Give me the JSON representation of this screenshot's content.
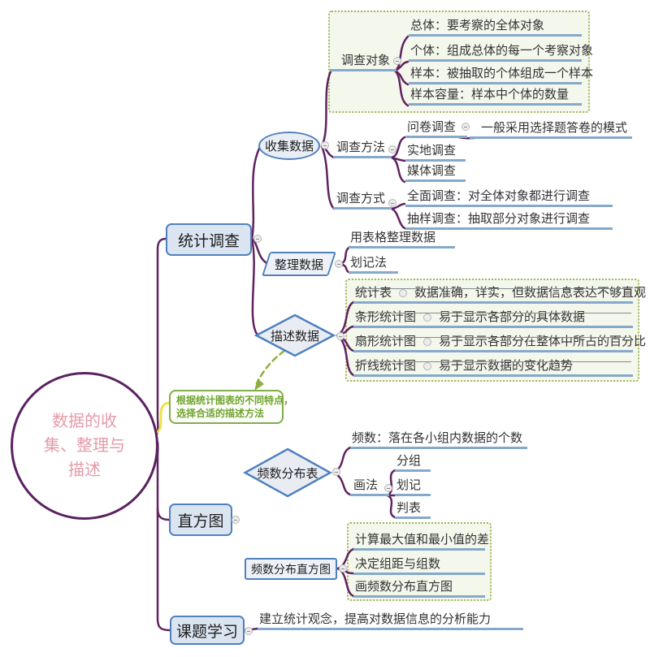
{
  "root": {
    "label": "数据的收集、整理与描述",
    "lines": [
      "数据的收",
      "集、整理与",
      "描述"
    ]
  },
  "annotation": {
    "text": "根据统计图表的不同特点，选择合适的描述方法",
    "lines": [
      "根据统计图表的不同特点，",
      "选择合适的描述方法"
    ]
  },
  "statistical_survey": {
    "label": "统计调查",
    "collect_data": {
      "label": "收集数据",
      "survey_object": {
        "label": "调查对象",
        "items": [
          "总体：要考察的全体对象",
          "个体：组成总体的每一个考察对象",
          "样本：被抽取的个体组成一个样本",
          "样本容量：样本中个体的数量"
        ]
      },
      "survey_method": {
        "label": "调查方法",
        "questionnaire": {
          "label": "问卷调查",
          "note": "一般采用选择题答卷的模式"
        },
        "field_label": "实地调查",
        "media_label": "媒体调查"
      },
      "survey_mode": {
        "label": "调查方式",
        "items": [
          "全面调查：对全体对象都进行调查",
          "抽样调查：抽取部分对象进行调查"
        ]
      }
    },
    "organize_data": {
      "label": "整理数据",
      "items": [
        "用表格整理数据",
        "划记法"
      ]
    },
    "describe_data": {
      "label": "描述数据",
      "rows": [
        {
          "label": "统计表",
          "note": "数据准确，详实，但数据信息表达不够直观"
        },
        {
          "label": "条形统计图",
          "note": "易于显示各部分的具体数据"
        },
        {
          "label": "扇形统计图",
          "note": "易于显示各部分在整体中所占的百分比"
        },
        {
          "label": "折线统计图",
          "note": "易于显示数据的变化趋势"
        }
      ]
    }
  },
  "histogram": {
    "label": "直方图",
    "freq_table": {
      "label": "频数分布表",
      "frequency_def": "频数：落在各小组内数据的个数",
      "drawing": {
        "label": "画法",
        "items": [
          "分组",
          "划记",
          "判表"
        ]
      }
    },
    "freq_histogram": {
      "label": "频数分布直方图",
      "steps": [
        "计算最大值和最小值的差",
        "决定组距与组数",
        "画频数分布直方图"
      ]
    }
  },
  "project_learning": {
    "label": "课题学习",
    "note": "建立统计观念，提高对数据信息的分析能力"
  },
  "colors": {
    "branch_purple": "#60235f",
    "node_border_blue": "#4f81bd",
    "node_fill_blue": "#dbe5f1",
    "underline_blue": "#85a9cb",
    "dashed_box_border": "#a4b75e",
    "dashed_box_fill": "#f4f7ec",
    "annotation_green": "#6fa32b",
    "connector_yellow": "#efe149",
    "root_text_pink": "#e69aa7"
  }
}
